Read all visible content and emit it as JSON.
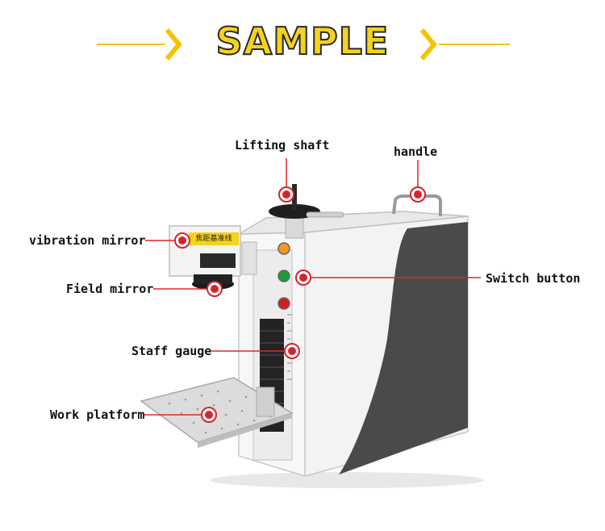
{
  "title": "SAMPLE",
  "machine_label": "焦距基准线",
  "labels": {
    "lifting_shaft": "Lifting shaft",
    "handle": "handle",
    "vibration_mirror": "vibration mirror",
    "field_mirror": "Field mirror",
    "switch_button": "Switch button",
    "staff_gauge": "Staff gauge",
    "work_platform": "Work platform"
  },
  "colors": {
    "title_fill": "#f5d21d",
    "arrow": "#f5c400",
    "marker": "#d8232a",
    "leader": "#e2262c",
    "panel_dark": "#4a4a4a",
    "button_orange": "#f29a1b",
    "button_green": "#1d9b3a",
    "button_red": "#cf1f26"
  }
}
